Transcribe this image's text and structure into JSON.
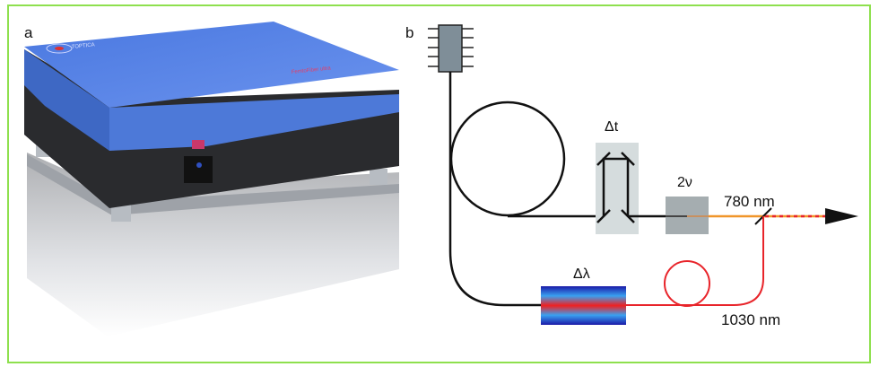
{
  "panels": {
    "a": {
      "label": "a",
      "logo_text": "TOPTICA",
      "product_text": "FemtoFiber ultra"
    },
    "b": {
      "label": "b",
      "delay_label": "Δt",
      "shg_label": "2ν",
      "shift_label": "Δλ",
      "wavelength_out": "780 nm",
      "wavelength_fund": "1030 nm"
    }
  },
  "colors": {
    "border": "#8ee04e",
    "case_blue": "#4f7fe0",
    "orange": "#f0962a",
    "red": "#e8242a"
  }
}
